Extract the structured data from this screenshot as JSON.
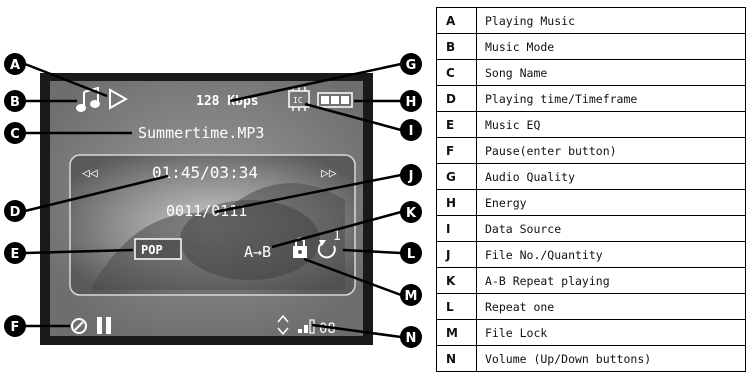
{
  "screen": {
    "bitrate": "128 Kbps",
    "song_name": "Summertime.MP3",
    "time": "01:45/03:34",
    "file_count": "0011/0111",
    "rewind_symbol": "◁◁",
    "forward_symbol": "▷▷",
    "eq_badge": "POP",
    "ab_repeat": "A→B",
    "repeat_count": "1",
    "volume_value": "08",
    "source_label": "IC"
  },
  "callouts": [
    "A",
    "B",
    "C",
    "D",
    "E",
    "F",
    "G",
    "H",
    "I",
    "J",
    "K",
    "L",
    "M",
    "N"
  ],
  "legend": [
    {
      "key": "A",
      "desc": "Playing Music"
    },
    {
      "key": "B",
      "desc": "Music Mode"
    },
    {
      "key": "C",
      "desc": "Song Name"
    },
    {
      "key": "D",
      "desc": "Playing time/Timeframe"
    },
    {
      "key": "E",
      "desc": "Music EQ"
    },
    {
      "key": "F",
      "desc": "Pause(enter button)"
    },
    {
      "key": "G",
      "desc": "Audio Quality"
    },
    {
      "key": "H",
      "desc": "Energy"
    },
    {
      "key": "I",
      "desc": "Data Source"
    },
    {
      "key": "J",
      "desc": "File No./Quantity"
    },
    {
      "key": "K",
      "desc": "A-B Repeat playing"
    },
    {
      "key": "L",
      "desc": "Repeat one"
    },
    {
      "key": "M",
      "desc": "File Lock"
    },
    {
      "key": "N",
      "desc": "Volume (Up/Down buttons)"
    }
  ],
  "icons": [
    "play-icon",
    "music-note-icon",
    "battery-icon",
    "chip-icon",
    "pause-icon",
    "stop-icon",
    "lock-icon",
    "repeat-icon",
    "volume-updown-icon",
    "volume-bars-icon"
  ]
}
